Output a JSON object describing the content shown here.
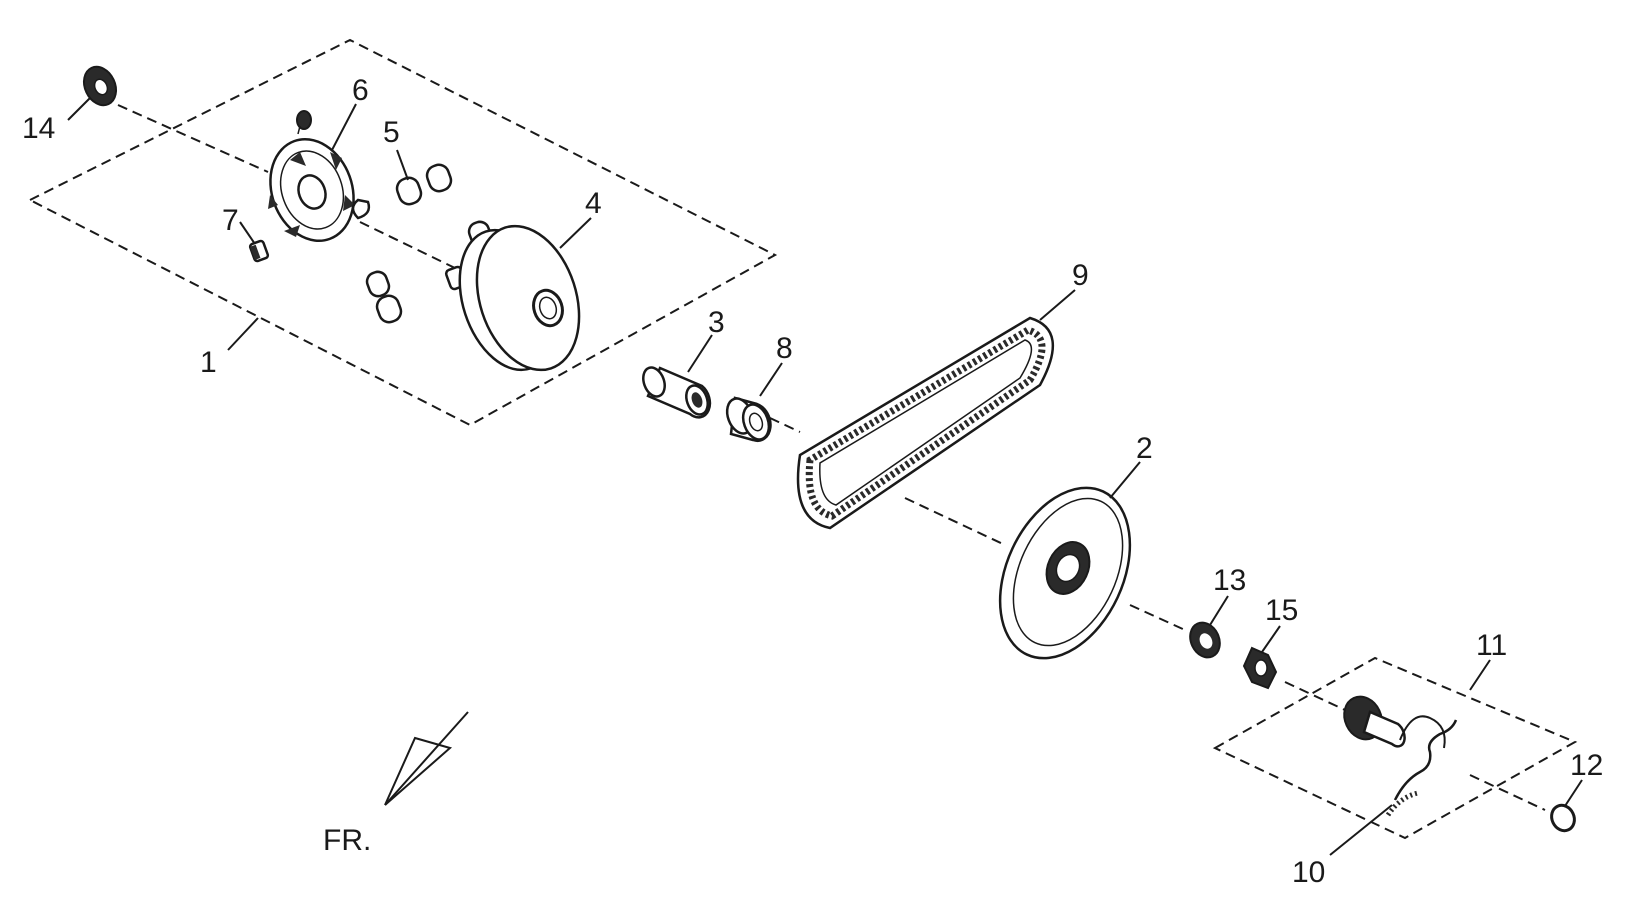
{
  "callouts": {
    "c1": "1",
    "c2": "2",
    "c3": "3",
    "c4": "4",
    "c5": "5",
    "c6": "6",
    "c7": "7",
    "c8": "8",
    "c9": "9",
    "c10": "10",
    "c11": "11",
    "c12": "12",
    "c13": "13",
    "c14": "14",
    "c15": "15"
  },
  "front_label": "FR."
}
